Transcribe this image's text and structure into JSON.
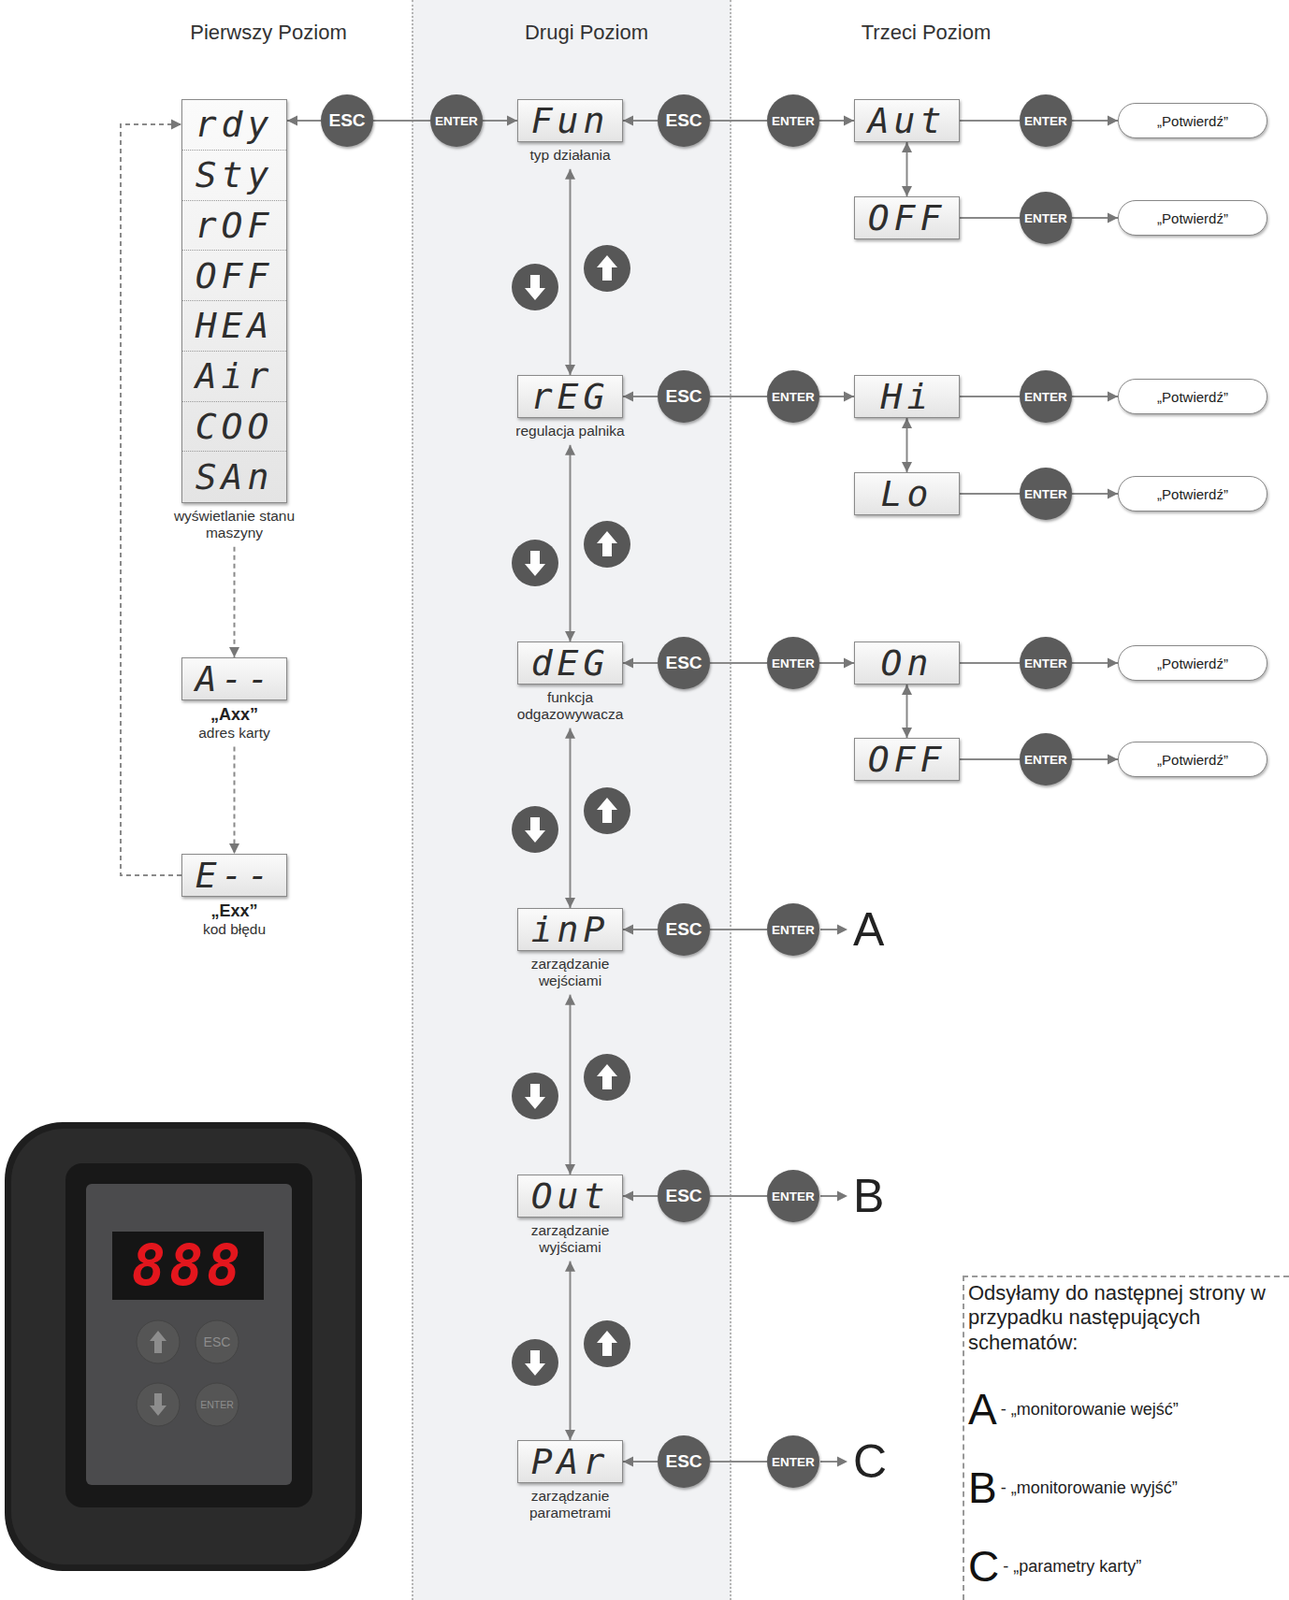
{
  "diagram": {
    "nodes": [
      {
        "text": [
          "rdy",
          "Sty",
          "rOF",
          "OFF",
          "HEA",
          "Air",
          "COO",
          "SAn",
          "wyświetlanie stanu maszyny"
        ]
      },
      {
        "text": [
          "ESC"
        ]
      },
      {
        "text": [
          "ENTER"
        ]
      },
      {
        "text": [
          "Fun",
          "typ działania"
        ]
      },
      {
        "text": [
          "ESC"
        ]
      },
      {
        "text": [
          "ENTER"
        ]
      },
      {
        "text": [
          "Aut"
        ]
      },
      {
        "text": [
          "ENTER"
        ]
      },
      {
        "text": [
          "„Potwierdź”"
        ]
      },
      {
        "text": [
          "OFF"
        ]
      },
      {
        "text": [
          "ENTER"
        ]
      },
      {
        "text": [
          "„Potwierdź”"
        ]
      },
      {
        "text": [
          "rEG",
          "regulacja palnika"
        ]
      },
      {
        "text": [
          "ESC"
        ]
      },
      {
        "text": [
          "ENTER"
        ]
      },
      {
        "text": [
          "Hi"
        ]
      },
      {
        "text": [
          "ENTER"
        ]
      },
      {
        "text": [
          "„Potwierdź”"
        ]
      },
      {
        "text": [
          "Lo"
        ]
      },
      {
        "text": [
          "ENTER"
        ]
      },
      {
        "text": [
          "„Potwierdź”"
        ]
      },
      {
        "text": [
          "dEG",
          "funkcja odgazowywacza"
        ]
      },
      {
        "text": [
          "ESC"
        ]
      },
      {
        "text": [
          "ENTER"
        ]
      },
      {
        "text": [
          "On"
        ]
      },
      {
        "text": [
          "ENTER"
        ]
      },
      {
        "text": [
          "„Potwierdź”"
        ]
      },
      {
        "text": [
          "OFF"
        ]
      },
      {
        "text": [
          "ENTER"
        ]
      },
      {
        "text": [
          "„Potwierdź”"
        ]
      },
      {
        "text": [
          "A--",
          "„Axx”",
          "adres karty"
        ]
      },
      {
        "text": [
          "E--",
          "„Exx”",
          "kod błędu"
        ]
      },
      {
        "text": [
          "inP",
          "zarządzanie wejściami"
        ]
      },
      {
        "text": [
          "ESC"
        ]
      },
      {
        "text": [
          "ENTER"
        ]
      },
      {
        "text": [
          "Out",
          "zarządzanie wyjściami"
        ]
      },
      {
        "text": [
          "ESC"
        ]
      },
      {
        "text": [
          "ENTER"
        ]
      },
      {
        "text": [
          "PAr",
          "zarządzanie parametrami"
        ]
      },
      {
        "text": [
          "ESC"
        ]
      },
      {
        "text": [
          "ENTER"
        ]
      },
      {
        "text": [
          "Odsyłamy do następnej strony w przypadku następujących schematów:",
          "A",
          "- „monitorowanie wejść”",
          "B",
          "- „monitorowanie wyjść”",
          "C",
          "- „parametry karty”"
        ]
      }
    ],
    "edges": [
      {
        "from": 1,
        "to": 0,
        "arrow": "to"
      },
      {
        "from": 1,
        "to": 2,
        "arrow": "none"
      },
      {
        "from": 2,
        "to": 3,
        "arrow": "to"
      },
      {
        "from": 4,
        "to": 3,
        "arrow": "to"
      },
      {
        "from": 4,
        "to": 5,
        "arrow": "none"
      },
      {
        "from": 5,
        "to": 6,
        "arrow": "to"
      },
      {
        "from": 6,
        "to": 7,
        "arrow": "none"
      },
      {
        "from": 7,
        "to": 8,
        "arrow": "to"
      },
      {
        "from": 6,
        "to": 9,
        "arrow": "both"
      },
      {
        "from": 9,
        "to": 10,
        "arrow": "none"
      },
      {
        "from": 10,
        "to": 11,
        "arrow": "to"
      },
      {
        "from": 3,
        "to": 12,
        "arrow": "both"
      },
      {
        "from": 13,
        "to": 12,
        "arrow": "to"
      },
      {
        "from": 13,
        "to": 14,
        "arrow": "none"
      },
      {
        "from": 14,
        "to": 15,
        "arrow": "to"
      },
      {
        "from": 15,
        "to": 16,
        "arrow": "none"
      },
      {
        "from": 16,
        "to": 17,
        "arrow": "to"
      },
      {
        "from": 15,
        "to": 18,
        "arrow": "both"
      },
      {
        "from": 18,
        "to": 19,
        "arrow": "none"
      },
      {
        "from": 19,
        "to": 20,
        "arrow": "to"
      },
      {
        "from": 12,
        "to": 21,
        "arrow": "both"
      },
      {
        "from": 22,
        "to": 21,
        "arrow": "to"
      },
      {
        "from": 22,
        "to": 23,
        "arrow": "none"
      },
      {
        "from": 23,
        "to": 24,
        "arrow": "to"
      },
      {
        "from": 24,
        "to": 25,
        "arrow": "none"
      },
      {
        "from": 25,
        "to": 26,
        "arrow": "to"
      },
      {
        "from": 24,
        "to": 27,
        "arrow": "both"
      },
      {
        "from": 27,
        "to": 28,
        "arrow": "none"
      },
      {
        "from": 28,
        "to": 29,
        "arrow": "to"
      },
      {
        "from": 0,
        "to": 30,
        "arrow": "to"
      },
      {
        "from": 30,
        "to": 31,
        "arrow": "to"
      },
      {
        "from": 31,
        "to": 0,
        "arrow": "to"
      },
      {
        "from": 21,
        "to": 32,
        "arrow": "both"
      },
      {
        "from": 33,
        "to": 32,
        "arrow": "to"
      },
      {
        "from": 33,
        "to": 34,
        "arrow": "none"
      },
      {
        "from": 32,
        "to": 35,
        "arrow": "both"
      },
      {
        "from": 36,
        "to": 35,
        "arrow": "to"
      },
      {
        "from": 36,
        "to": 37,
        "arrow": "none"
      },
      {
        "from": 35,
        "to": 38,
        "arrow": "both"
      },
      {
        "from": 39,
        "to": 38,
        "arrow": "to"
      },
      {
        "from": 39,
        "to": 40,
        "arrow": "none"
      }
    ],
    "labels": [
      "Pierwszy Poziom",
      "Drugi Poziom",
      "Trzeci Poziom",
      "A",
      "B",
      "C",
      "888",
      "ESC",
      "ENTER"
    ]
  }
}
